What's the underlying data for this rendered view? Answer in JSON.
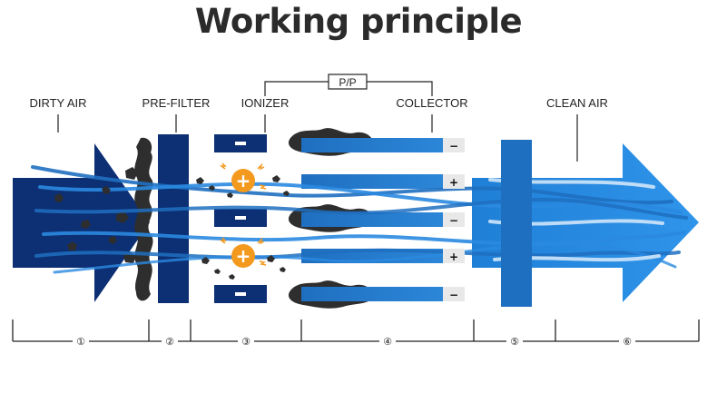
{
  "title": "Working principle",
  "labels": {
    "dirty_air": "DIRTY AIR",
    "pre_filter": "PRE-FILTER",
    "ionizer": "IONIZER",
    "collector": "COLLECTOR",
    "clean_air": "CLEAN AIR",
    "pp": "P/P"
  },
  "collector_signs": [
    "−",
    "+",
    "−",
    "+",
    "−"
  ],
  "ionizer_sign": "−",
  "ion_charge": "+",
  "stages": [
    "①",
    "②",
    "③",
    "④",
    "⑤",
    "⑥"
  ],
  "colors": {
    "dark_navy": "#0d2f73",
    "mid_blue": "#1d6fc4",
    "light_blue": "#2a8ae0",
    "orange": "#f39a1e",
    "dust": "#2e2e2e"
  }
}
